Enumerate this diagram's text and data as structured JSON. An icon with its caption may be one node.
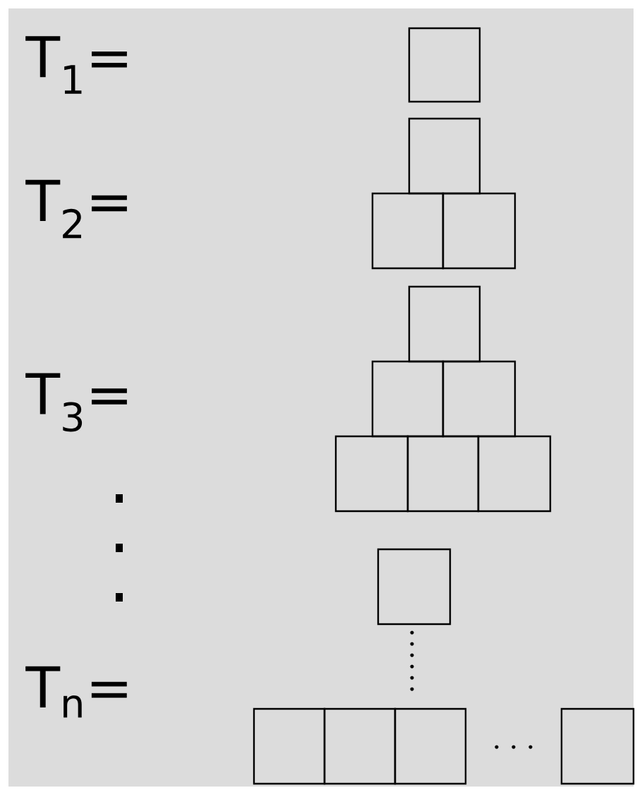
{
  "diagram": {
    "labels": [
      "T$_{1}$=",
      "T$_{2}$=",
      "T$_{3}$=",
      "T$_{n}$="
    ]
  }
}
